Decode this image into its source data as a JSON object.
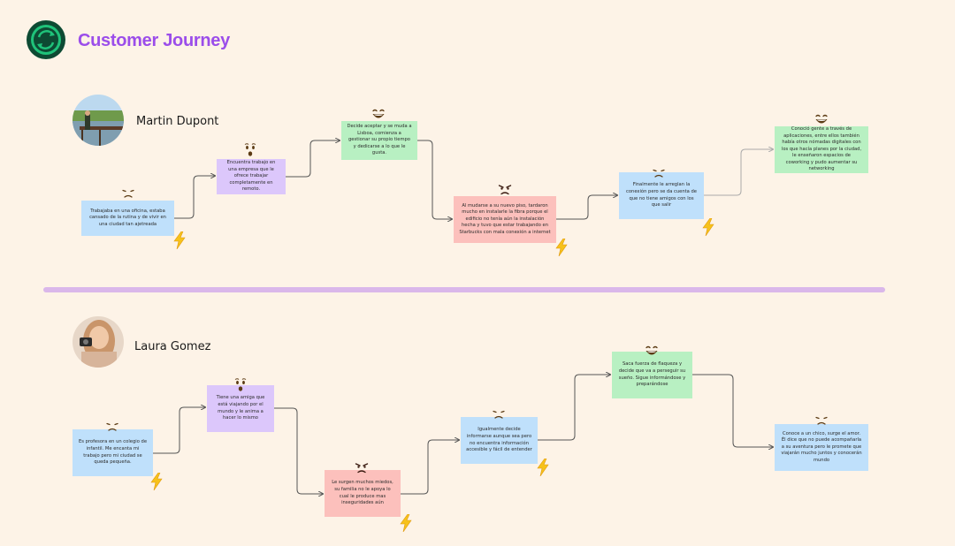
{
  "header": {
    "title": "Customer Journey"
  },
  "personas": [
    {
      "name": "Martin Dupont",
      "steps": [
        {
          "text": "Trabajaba en una oficina, estaba cansado de la rutina y de vivir en una ciudad tan ajetreada",
          "color": "blue",
          "mood": "sad"
        },
        {
          "text": "Encuentra trabajo en una empresa que le ofrece trabajar completamente en remoto.",
          "color": "purple",
          "mood": "surprised"
        },
        {
          "text": "Decide aceptar y se muda a Lisboa, comienza a gestionar su propio tiempo y dedicarse a lo que le gusta.",
          "color": "green",
          "mood": "happy"
        },
        {
          "text": "Al mudarse a su nuevo piso, tardaron mucho en instalarle la fibra porque el edificio no tenía aún la instalación hecha y tuvo que estar trabajando en Starbucks con mala conexión a internet",
          "color": "red",
          "mood": "angry"
        },
        {
          "text": "Finalmente le arreglan la conexión pero se da cuenta de que no tiene amigos con los que salir",
          "color": "blue",
          "mood": "sad"
        },
        {
          "text": "Conoció gente a través de aplicaciones, entre ellos también había otros nómadas digitales con los que hacía planes por la ciudad, le enseñaron espacios de coworking y pudo aumentar su networking",
          "color": "green",
          "mood": "happy"
        }
      ]
    },
    {
      "name": "Laura Gomez",
      "steps": [
        {
          "text": "Es profesora en un colegio de infantil. Me encanta mi trabajo pero mi ciudad se queda pequeña.",
          "color": "blue",
          "mood": "sad"
        },
        {
          "text": "Tiene una amiga que está viajando por el mundo y le anima a hacer lo mismo",
          "color": "purple",
          "mood": "surprised"
        },
        {
          "text": "Le surgen muchos miedos, su familia no le apoya lo cual le produce mas inseguridades aún",
          "color": "red",
          "mood": "angry"
        },
        {
          "text": "Igualmente decide informarse aunque sea pero no encuentra información accesible y fácil de entender",
          "color": "blue",
          "mood": "sad"
        },
        {
          "text": "Saca fuerza de flaqueza y decide que va a perseguir su sueño. Sigue informándose y preparándose",
          "color": "green",
          "mood": "happy"
        },
        {
          "text": "Conoce a un chico, surge el amor. Él dice que no puede acompañarla a su aventura pero le promete que viajarán mucho juntos y conocerán mundo",
          "color": "blue",
          "mood": "sad"
        }
      ]
    }
  ],
  "colors": {
    "blue": "#bfe0fb",
    "purple": "#dcc7fb",
    "green": "#b8f0c2",
    "red": "#fcc0bc",
    "accent": "#9b4dea",
    "divider": "#dab7ea"
  },
  "icons": {
    "logo": "journey-arrows-icon",
    "pain_point": "lightning-icon"
  }
}
